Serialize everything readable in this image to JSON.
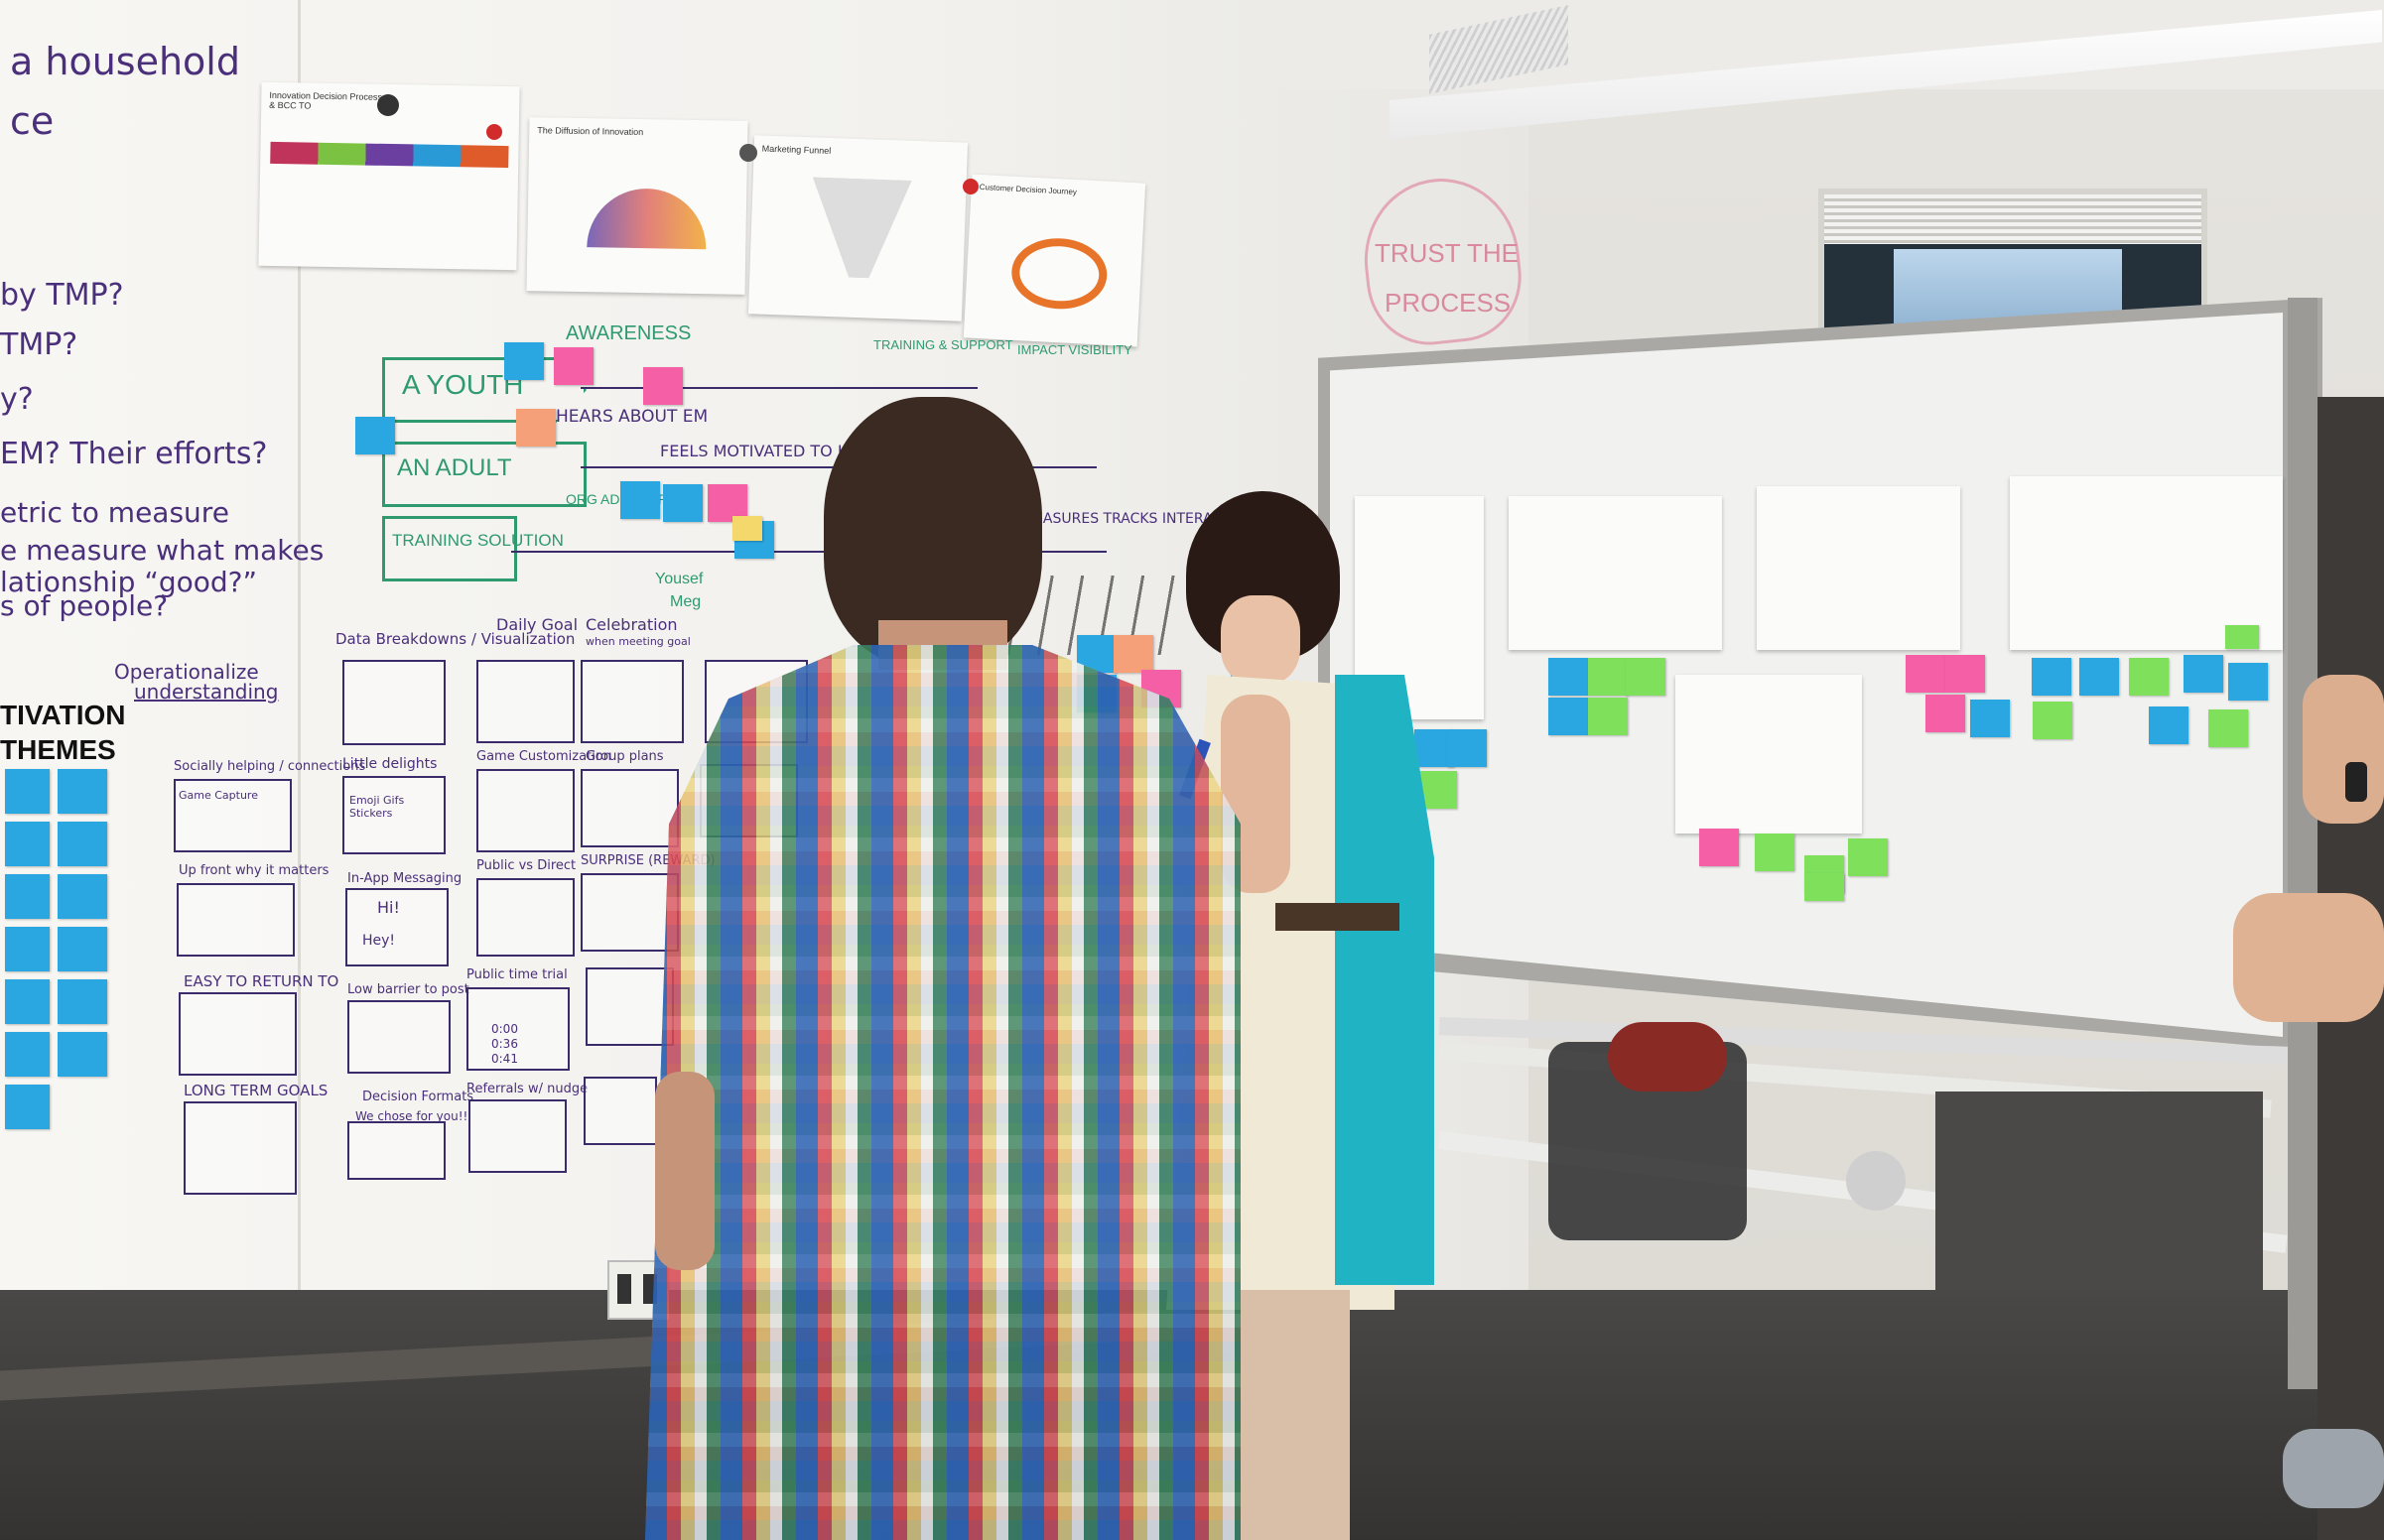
{
  "left_notes": {
    "l1": "a household",
    "l2": "ce",
    "l3": "by TMP?",
    "l4": "TMP?",
    "l5": "y?",
    "l6": "EM? Their efforts?",
    "l7": "etric to measure",
    "l8": "e measure what makes",
    "l9": "lationship “good?”",
    "l10": "s of people?"
  },
  "themes": {
    "t1": "TIVATION",
    "t2": "THEMES"
  },
  "operationalize": {
    "t1": "Operationalize",
    "t2": "understanding"
  },
  "flow": {
    "awareness": "AWARENESS",
    "youth": "A YOUTH",
    "adult": "AN ADULT",
    "training": "TRAINING SOLUTION",
    "hears": "HEARS ABOUT EM",
    "feels": "FEELS MOTIVATED TO LEARN/ENGAGE",
    "org": "ORG ADULT PROF?",
    "yousef": "Yousef",
    "meg": "Meg",
    "support": "TRAINING & SUPPORT",
    "impact": "IMPACT VISIBILITY",
    "measures": "MEASURES TRACKS INTERACTIONS"
  },
  "sketch_labels": {
    "s1": "Data Breakdowns / Visualization",
    "s2": "Daily Goal",
    "s3": "Celebration",
    "s3b": "when meeting goal",
    "s5": "Socially helping / connections",
    "s6": "Little delights",
    "s6b": "Emoji Gifs Stickers",
    "s7": "Game Customization",
    "s8": "Group plans",
    "s9": "Up front why it matters",
    "s10": "In-App Messaging",
    "s10b": "Hi!",
    "s10c": "Hey!",
    "s11": "Public vs Direct",
    "s12": "SURPRISE (REWARD)",
    "s13": "EASY TO RETURN TO",
    "s14": "Low barrier to post",
    "s15": "Public time trial",
    "s15b": "0:00",
    "s15c": "0:36",
    "s15d": "0:41",
    "s16": "LONG TERM GOALS",
    "s17": "Decision Formats",
    "s17b": "We chose for you!!",
    "s18": "Referrals w/ nudge",
    "s19": "Game Capture"
  },
  "heart": {
    "t1": "TRUST THE",
    "t2": "PROCESS"
  },
  "printouts": {
    "p1": "Innovation Decision Process & BCC TO",
    "p2": "The Diffusion of Innovation",
    "p3": "Marketing Funnel",
    "p4": "Customer Decision Journey"
  },
  "colors": {
    "wall": "#f1f0ed",
    "whiteboard": "#f3f4f1",
    "marker_purple": "#4a2f7a",
    "marker_green": "#2e9a6e",
    "sticky_blue": "#2aa7e0",
    "sticky_pink": "#f45fa5",
    "sticky_green": "#7fe05c",
    "sticky_orange": "#f6a07a",
    "shirt_plaid": "#3a6fb0",
    "dress_teal": "#1fb3c4",
    "dress_cream": "#efe9d6",
    "carpet": "#3d3b3a"
  },
  "scene": {
    "people": [
      "man-plaid-shirt",
      "woman-two-tone-dress",
      "person-right-edge"
    ],
    "objects": [
      "whiteboard-wall",
      "rolling-whiteboard",
      "ceiling-light",
      "window",
      "sticky-notes",
      "printouts",
      "power-outlet"
    ]
  }
}
